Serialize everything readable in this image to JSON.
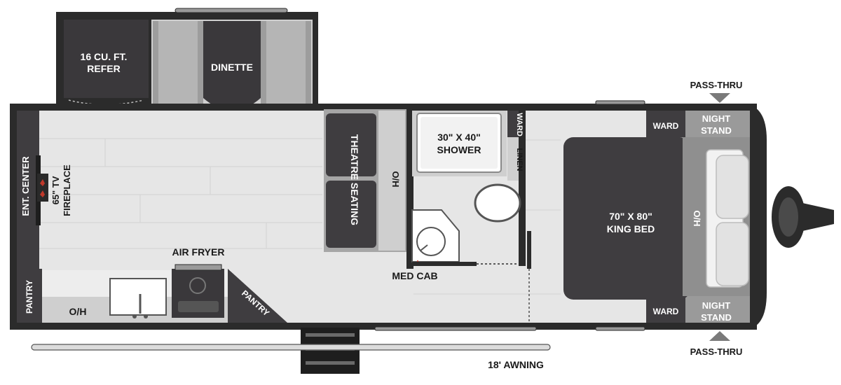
{
  "labels": {
    "refer_line1": "16 CU. FT.",
    "refer_line2": "REFER",
    "dinette": "DINETTE",
    "pass_thru_top": "PASS-THRU",
    "pass_thru_bottom": "PASS-THRU",
    "ward_top": "WARD",
    "ward_bottom": "WARD",
    "nightstand_top_1": "NIGHT",
    "nightstand_top_2": "STAND",
    "nightstand_bottom_1": "NIGHT",
    "nightstand_bottom_2": "STAND",
    "shower_line1": "30\" X 40\"",
    "shower_line2": "SHOWER",
    "ward_vertical": "WARD",
    "linen": "LINEN",
    "theatre_seating": "THEATRE SEATING",
    "oh_theatre": "O/H",
    "bed_line1": "70\" X 80\"",
    "bed_line2": "KING BED",
    "oh_bed": "O/H",
    "ent_center": "ENT. CENTER",
    "tv_line1": "65\" TV",
    "tv_line2": "FIREPLACE",
    "air_fryer": "AIR FRYER",
    "med_cab": "MED CAB",
    "pantry_left": "PANTRY",
    "oh_kitchen": "O/H",
    "pantry_angled": "PANTRY",
    "awning": "18' AWNING"
  },
  "colors": {
    "wall": "#2b2b2b",
    "floor": "#e6e6e6",
    "dark_fixture": "#3f3d40",
    "medium_fixture": "#8a8a8a",
    "light_fixture": "#dcdcdc",
    "accent": "#c0392b"
  }
}
